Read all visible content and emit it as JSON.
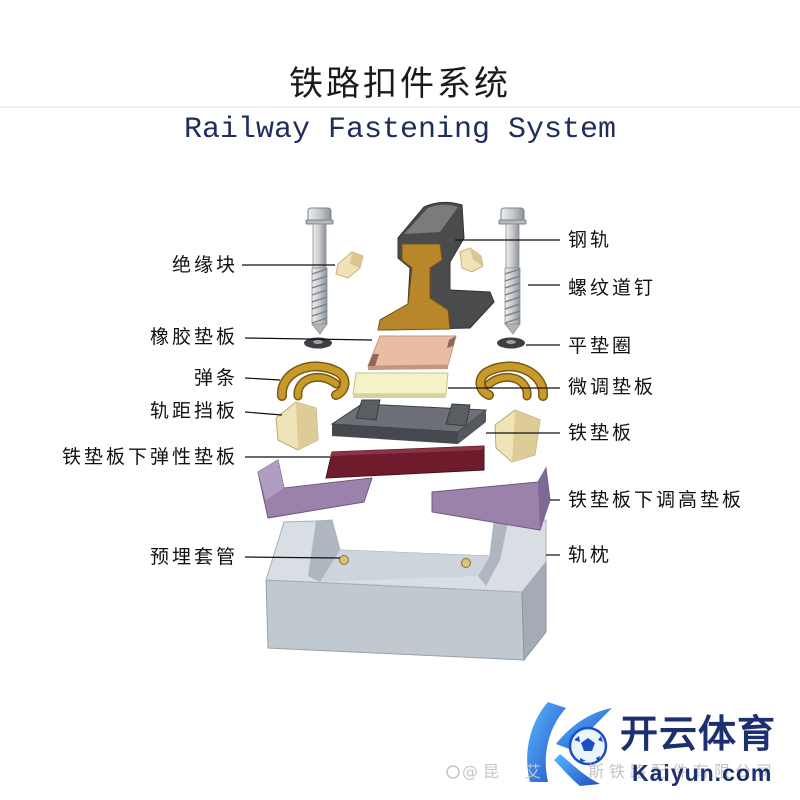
{
  "title": "铁路扣件系统",
  "subtitle": "Railway Fastening System",
  "labels": {
    "left": {
      "insulating_block": "绝缘块",
      "rubber_pad": "橡胶垫板",
      "spring_clip": "弹条",
      "gauge_baffle": "轨距挡板",
      "elastic_pad_under_plate": "铁垫板下弹性垫板",
      "embedded_sleeve": "预埋套管"
    },
    "right": {
      "rail": "钢轨",
      "screw_spike": "螺纹道钉",
      "flat_washer": "平垫圈",
      "fine_adjust_pad": "微调垫板",
      "iron_base_plate": "铁垫板",
      "height_adjust_pad": "铁垫板下调高垫板",
      "sleeper": "轨枕"
    }
  },
  "logo": {
    "cn": "开云体育",
    "en": "Kaiyun.com"
  },
  "watermark": {
    "text": "@昆　艾　　斯铁路配件有限公司"
  },
  "colors": {
    "rail_head": "#4a4b4d",
    "rail_profile": "#b8862b",
    "rubber_pad": "#eabda3",
    "spring_clip": "#c89a2a",
    "fine_adjust_pad": "#f6f2c8",
    "gauge_baffle": "#efe3b8",
    "iron_base_plate": "#6d7076",
    "elastic_pad": "#6e1c2c",
    "height_pad": "#9b82ab",
    "sleeper": "#c0c8d0",
    "logo_blue": "#1d4fc4"
  }
}
